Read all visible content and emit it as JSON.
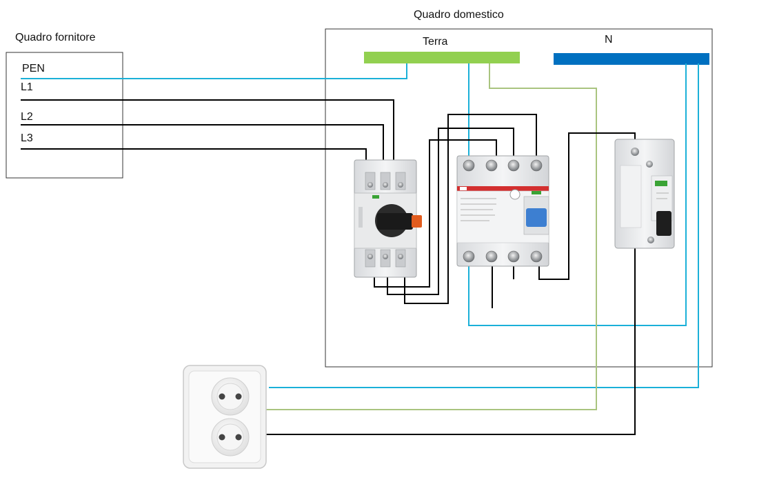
{
  "supplier_panel": {
    "title": "Quadro fornitore",
    "lines": [
      "PEN",
      "L1",
      "L2",
      "L3"
    ]
  },
  "home_panel": {
    "title": "Quadro domestico",
    "earth_bar_label": "Terra",
    "neutral_bar_label": "N"
  },
  "colors": {
    "earth_bar": "#92d050",
    "neutral_bar": "#0070c0",
    "neutral_wire": "#1ab0d8",
    "earth_wire": "#a9c47f",
    "phase_wire": "#000000"
  },
  "components": [
    "main-disconnect-switch",
    "residual-current-device",
    "circuit-breaker",
    "double-wall-socket"
  ]
}
